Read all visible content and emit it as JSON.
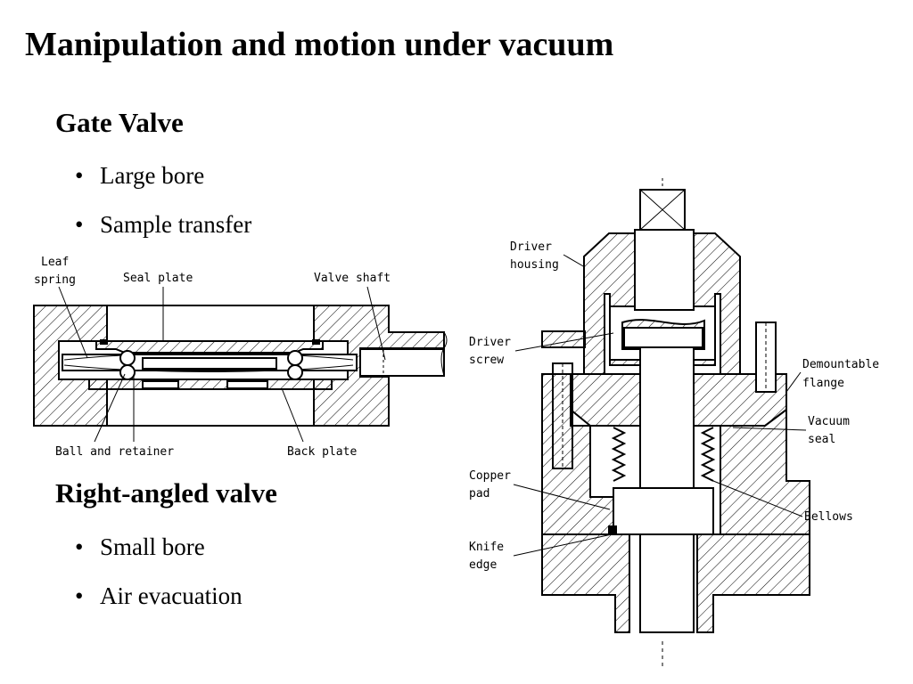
{
  "slide": {
    "title": "Manipulation and motion under vacuum"
  },
  "gate_valve": {
    "heading": "Gate Valve",
    "bullets": [
      "Large bore",
      "Sample transfer"
    ]
  },
  "right_angled_valve": {
    "heading": "Right-angled valve",
    "bullets": [
      "Small bore",
      "Air evacuation"
    ]
  },
  "gate_diagram": {
    "labels": {
      "leaf_spring_1": "Leaf",
      "leaf_spring_2": "spring",
      "seal_plate": "Seal plate",
      "valve_shaft": "Valve shaft",
      "ball_and_retainer": "Ball and retainer",
      "back_plate": "Back plate"
    }
  },
  "angle_diagram": {
    "labels": {
      "driver_housing_1": "Driver",
      "driver_housing_2": "housing",
      "driver_screw_1": "Driver",
      "driver_screw_2": "screw",
      "demountable_flange_1": "Demountable",
      "demountable_flange_2": "flange",
      "vacuum_seal_1": "Vacuum",
      "vacuum_seal_2": "seal",
      "copper_pad_1": "Copper",
      "copper_pad_2": "pad",
      "bellows": "Bellows",
      "knife_edge_1": "Knife",
      "knife_edge_2": "edge"
    }
  },
  "colors": {
    "background": "#ffffff",
    "text": "#000000"
  }
}
